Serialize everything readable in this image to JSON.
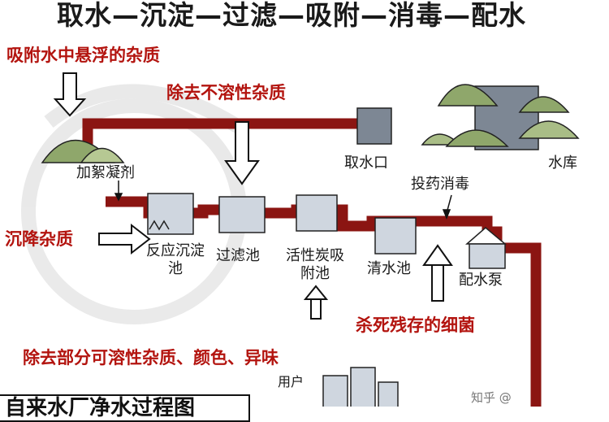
{
  "title": "取水—沉淀—过滤—吸附—消毒—配水",
  "annotations": {
    "adsorb_impurities": "吸附水中悬浮的杂质",
    "remove_insoluble": "除去不溶性杂质",
    "settle_impurities": "沉降杂质",
    "kill_bacteria": "杀死残存的细菌",
    "remove_soluble": "除去部分可溶性杂质、颜色、异味"
  },
  "labels": {
    "coagulant": "加絮凝剂",
    "intake": "取水口",
    "reservoir": "水库",
    "disinfect": "投药消毒",
    "reaction_tank": "反应沉淀池",
    "filter_tank": "过滤池",
    "carbon_tank": "活性炭吸附池",
    "clear_tank": "清水池",
    "pump": "配水泵",
    "user": "用户"
  },
  "bottom_caption": "自来水厂净水过程图",
  "watermark": "知乎 @",
  "colors": {
    "pipe": "#8b1512",
    "red_text": "#b3140f",
    "tank": "#cfd6df",
    "hill": "#8fa76b",
    "water": "#7d8794"
  }
}
